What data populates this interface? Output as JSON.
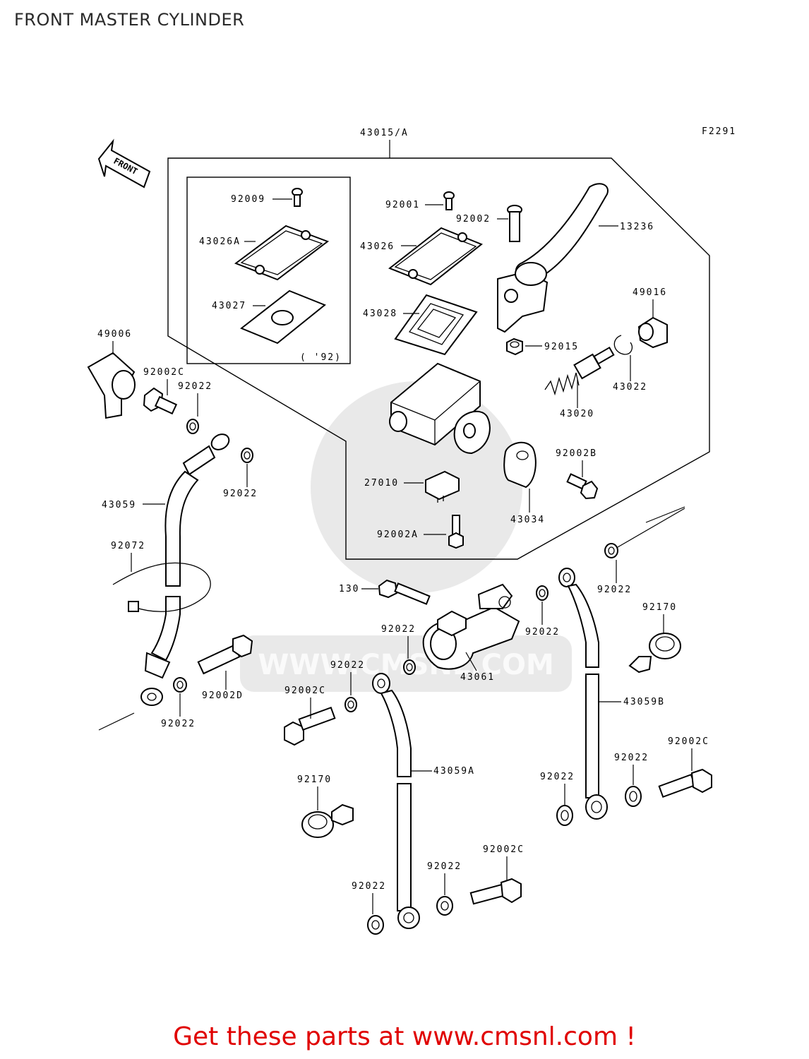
{
  "header": {
    "title": "FRONT MASTER CYLINDER"
  },
  "figure_code": "F2291",
  "front_arrow": "FRONT",
  "year_note": "( '92)",
  "footer": {
    "text": "Get these parts at www.cmsnl.com !"
  },
  "watermark": {
    "text": "WWW.CMSNL.COM"
  },
  "parts": {
    "p43015A": "43015/A",
    "p92009": "92009",
    "p43026A": "43026A",
    "p43027": "43027",
    "p92001": "92001",
    "p92002": "92002",
    "p13236": "13236",
    "p43026": "43026",
    "p43028": "43028",
    "p49016": "49016",
    "p92015": "92015",
    "p43022": "43022",
    "p43020": "43020",
    "p49006": "49006",
    "p92002C_a": "92002C",
    "p92022_a": "92022",
    "p92022_b": "92022",
    "p92002B": "92002B",
    "p27010": "27010",
    "p43059": "43059",
    "p43034": "43034",
    "p92002A": "92002A",
    "p92072": "92072",
    "p92022_c": "92022",
    "p130": "130",
    "p92022_d": "92022",
    "p92170_a": "92170",
    "p92022_e": "92022",
    "p92022_f": "92022",
    "p43061": "43061",
    "p92002D": "92002D",
    "p92002C_b": "92002C",
    "p43059B": "43059B",
    "p92022_g": "92022",
    "p92002C_c": "92002C",
    "p92022_h": "92022",
    "p43059A": "43059A",
    "p92170_b": "92170",
    "p92022_i": "92022",
    "p92002C_d": "92002C",
    "p92022_j": "92022",
    "p92022_k": "92022"
  }
}
